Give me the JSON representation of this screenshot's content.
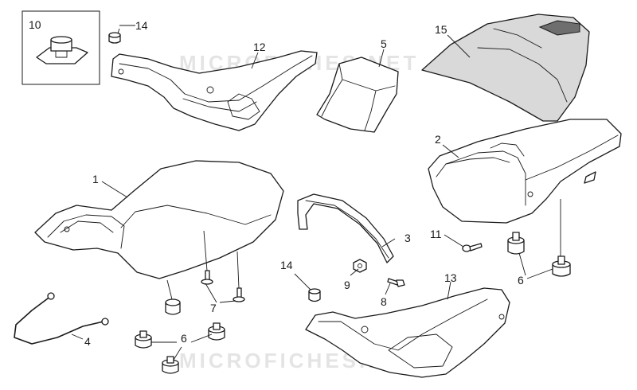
{
  "watermark": "MICROFICHES.NET",
  "labels": {
    "l1": "1",
    "l2": "2",
    "l3": "3",
    "l4": "4",
    "l5": "5",
    "l6a": "6",
    "l6b": "6",
    "l7": "7",
    "l8": "8",
    "l9": "9",
    "l10": "10",
    "l11": "11",
    "l12": "12",
    "l13": "13",
    "l14a": "14",
    "l14b": "14",
    "l15": "15"
  }
}
